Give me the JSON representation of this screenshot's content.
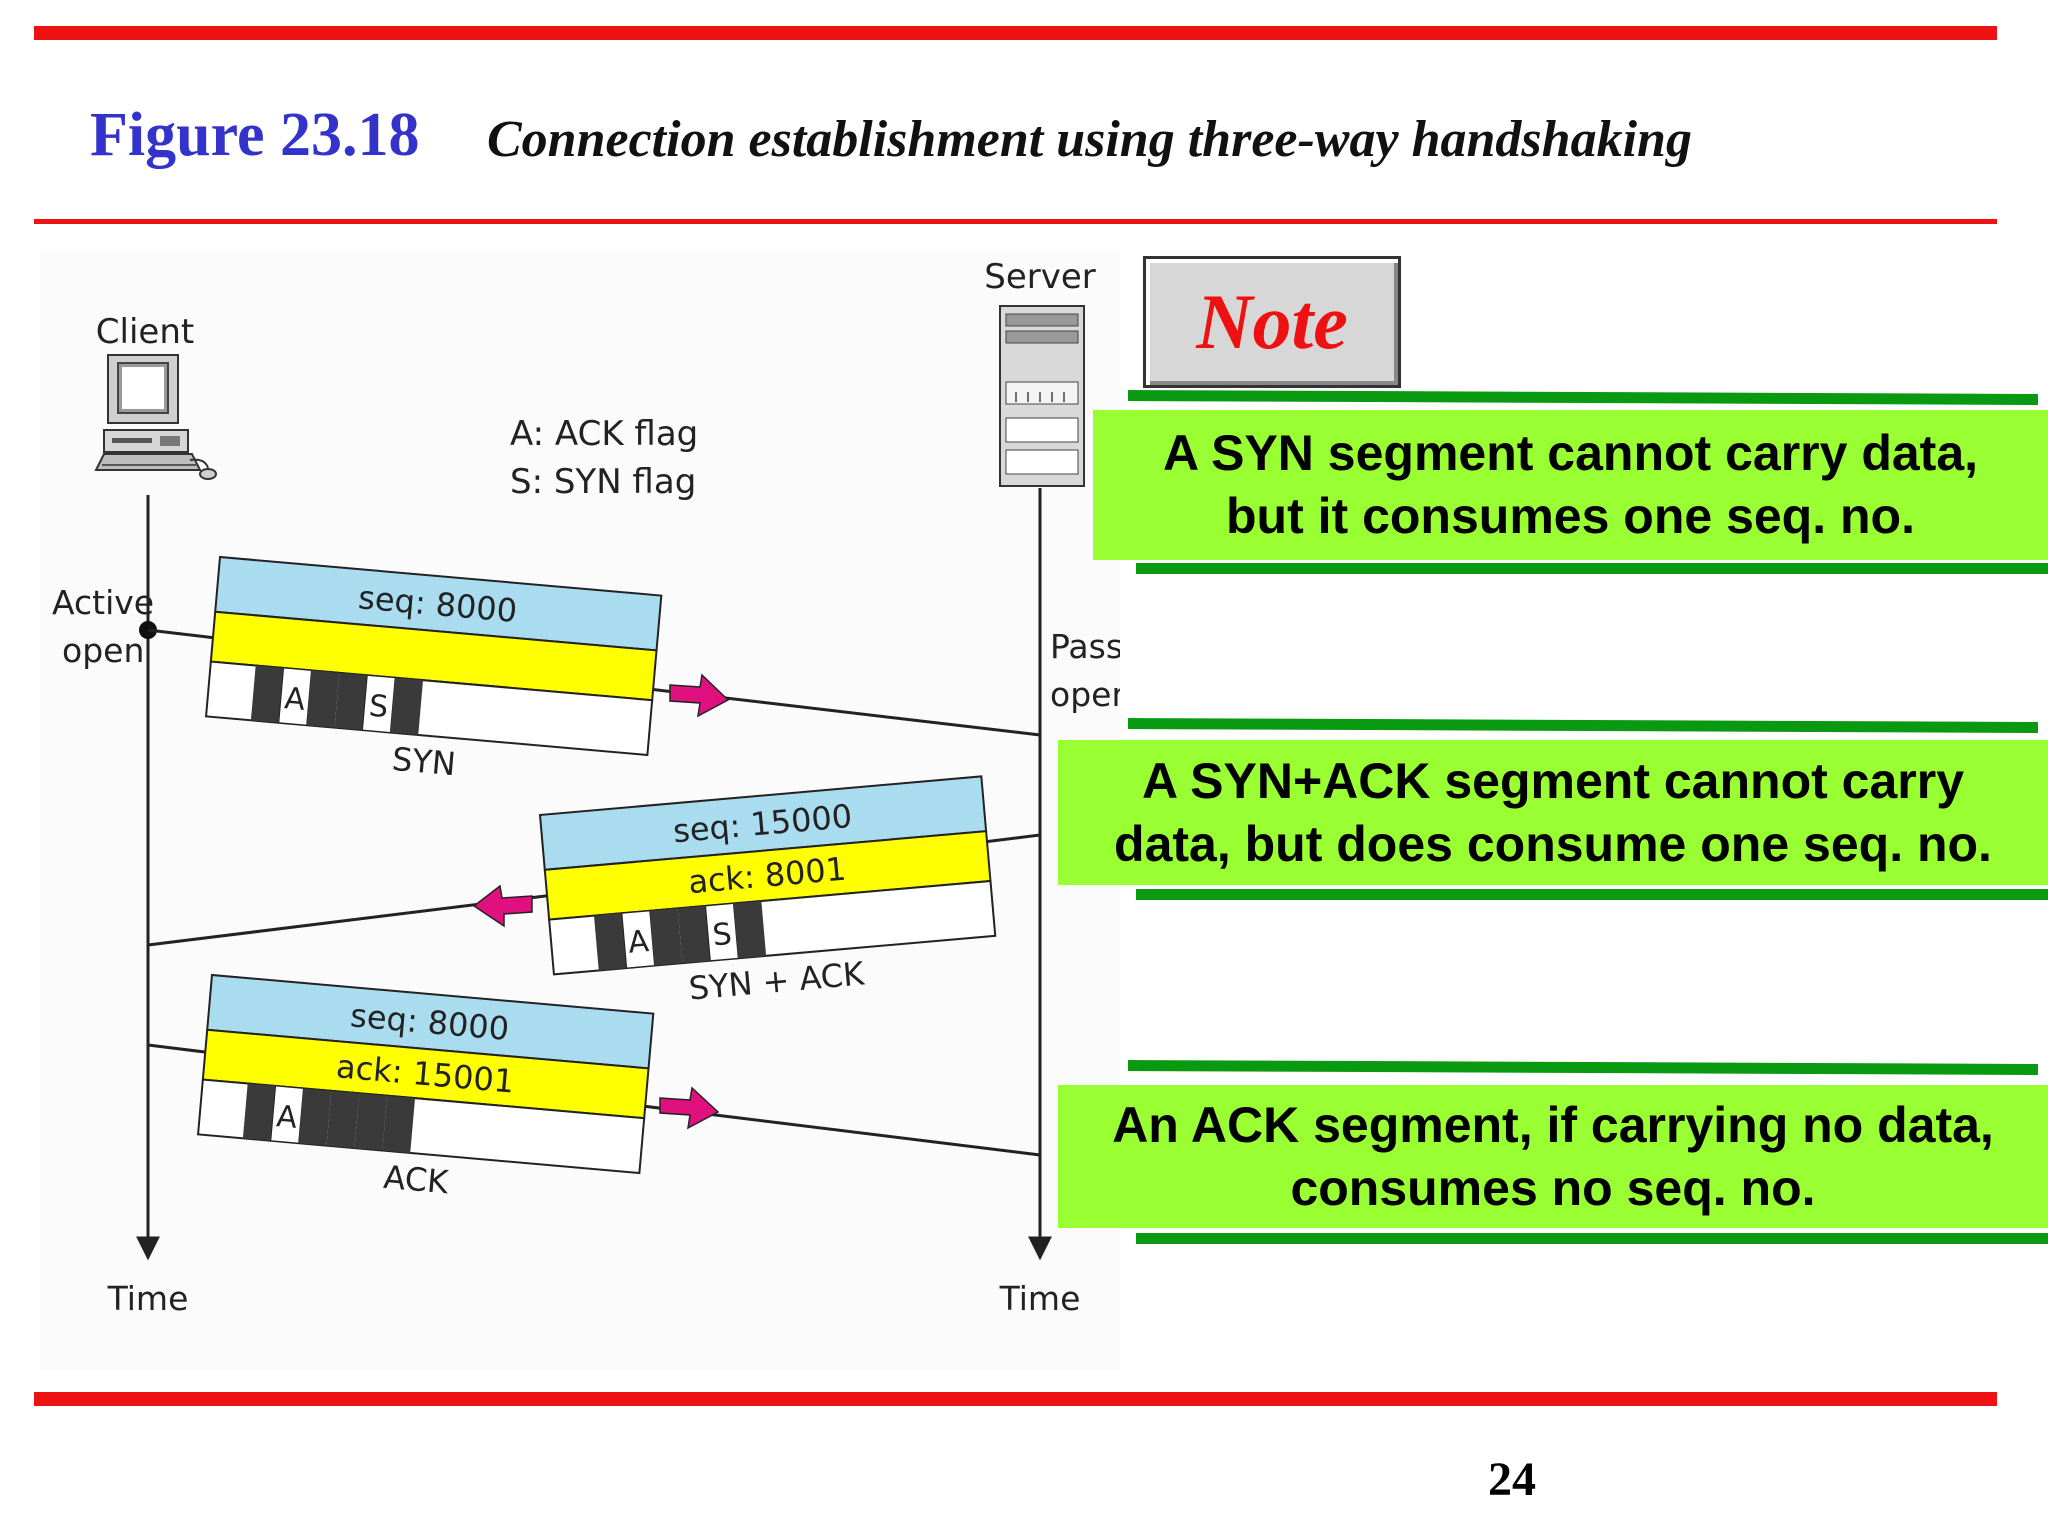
{
  "slide": {
    "figure_number": "Figure 23.18",
    "figure_title": "Connection establishment using three-way handshaking",
    "page_number": "24"
  },
  "diagram": {
    "client_label": "Client",
    "server_label": "Server",
    "legend": [
      "A: ACK flag",
      "S: SYN flag"
    ],
    "active_open": [
      "Active",
      "open"
    ],
    "passive_open": [
      "Passive",
      "open"
    ],
    "time_label": "Time",
    "segments": [
      {
        "name": "SYN",
        "fields": [
          "seq: 8000"
        ],
        "flags": [
          "A",
          "S"
        ]
      },
      {
        "name": "SYN + ACK",
        "fields": [
          "seq: 15000",
          "ack: 8001"
        ],
        "flags": [
          "A",
          "S"
        ]
      },
      {
        "name": "ACK",
        "fields": [
          "seq: 8000",
          "ack: 15001"
        ],
        "flags": [
          "A"
        ]
      }
    ],
    "colors": {
      "seq_field": "#aadcf0",
      "ack_field": "#ffff00",
      "arrow": "#e0117f"
    }
  },
  "note": {
    "title": "Note",
    "items": [
      "A SYN segment cannot carry data, but it consumes one seq. no.",
      "A SYN+ACK segment cannot carry data, but does consume one seq. no.",
      "An ACK segment, if carrying no data, consumes no seq. no."
    ]
  }
}
